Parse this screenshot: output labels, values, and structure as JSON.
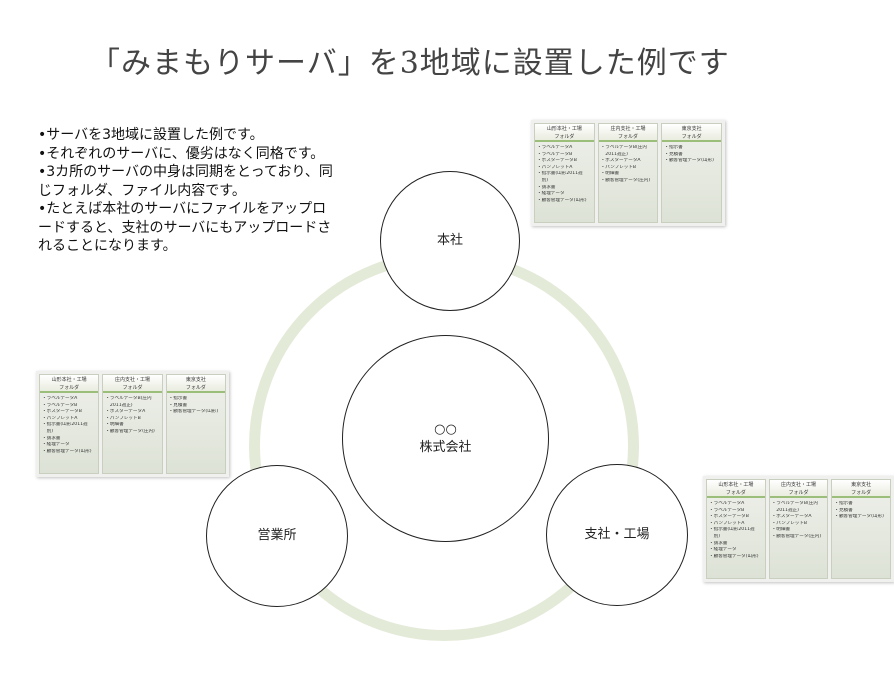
{
  "title": "「みまもりサーバ」を3地域に設置した例です",
  "bullets": [
    "•サーバを3地域に設置した例です。",
    "•それぞれのサーバに、優劣はなく同格です。",
    "•3カ所のサーバの中身は同期をとっており、同じフォルダ、ファイル内容です。",
    "•たとえば本社のサーバにファイルをアップロードすると、支社のサーバにもアップロードされることになります。"
  ],
  "nodes": {
    "center": {
      "line1": "○○",
      "line2": "株式会社"
    },
    "honsha": "本社",
    "eigyosho": "営業所",
    "shisha": "支社・工場"
  },
  "panels": {
    "honsha": [
      {
        "header": "山形本社・工場\nフォルダ",
        "items": [
          "・ラベルデータA",
          "・ラベルデータB",
          "・ポスターデータB",
          "・パンフレットA",
          "・指示書(山形2011週",
          "　別)",
          "・請求書",
          "・経理データ",
          "・顧客管理データ(山形)"
        ]
      },
      {
        "header": "庄内支社・工場\nフォルダ",
        "items": [
          "・ラベルデータB(庄内",
          "　2011週正)",
          "・ポスターデータA",
          "・パンフレットB",
          "・明細書",
          "・顧客管理データ(庄内)"
        ]
      },
      {
        "header": "東京支社\nフォルダ",
        "items": [
          "・指示書",
          "・見積書",
          "・顧客管理データ(山形)"
        ]
      }
    ],
    "eigyosho": [
      {
        "header": "山形本社・工場\nフォルダ",
        "items": [
          "・ラベルデータA",
          "・ラベルデータB",
          "・ポスターデータB",
          "・パンフレットA",
          "・指示書(山形2011週",
          "　別)",
          "・請求書",
          "・経理データ",
          "・顧客管理データ(山形)"
        ]
      },
      {
        "header": "庄内支社・工場\nフォルダ",
        "items": [
          "・ラベルデータB(庄内",
          "　2011週正)",
          "・ポスターデータA",
          "・パンフレットB",
          "・明細書",
          "・顧客管理データ(庄内)"
        ]
      },
      {
        "header": "東京支社\nフォルダ",
        "items": [
          "・指示書",
          "・見積書",
          "・顧客管理データ(山形)"
        ]
      }
    ],
    "shisha": [
      {
        "header": "山形本社・工場\nフォルダ",
        "items": [
          "・ラベルデータA",
          "・ラベルデータB",
          "・ポスターデータB",
          "・パンフレットA",
          "・指示書(山形2011週",
          "　別)",
          "・請求書",
          "・経理データ",
          "・顧客管理データ(山形)"
        ]
      },
      {
        "header": "庄内支社・工場\nフォルダ",
        "items": [
          "・ラベルデータB(庄内",
          "　2011週正)",
          "・ポスターデータA",
          "・パンフレットB",
          "・明細書",
          "・顧客管理データ(庄内)"
        ]
      },
      {
        "header": "東京支社\nフォルダ",
        "items": [
          "・指示書",
          "・見積書",
          "・顧客管理データ(山形)"
        ]
      }
    ]
  },
  "colors": {
    "ring": "#e3ead8",
    "folder_accent": "#9bbf7a"
  }
}
